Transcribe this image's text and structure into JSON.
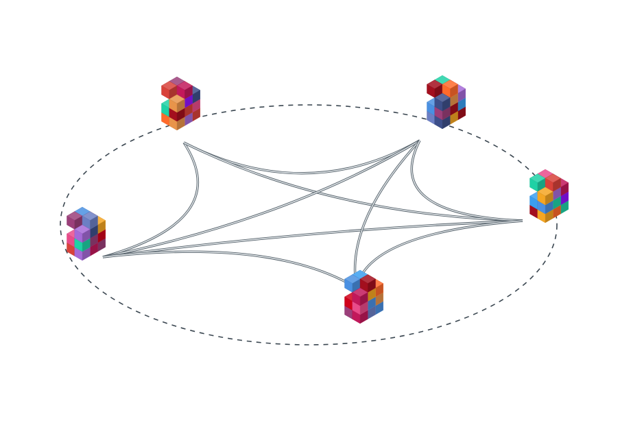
{
  "diagram": {
    "node_count": 5,
    "edges": [
      [
        0,
        1
      ],
      [
        0,
        2
      ],
      [
        0,
        3
      ],
      [
        2,
        1
      ],
      [
        2,
        3
      ],
      [
        2,
        4
      ],
      [
        1,
        4
      ],
      [
        1,
        3
      ],
      [
        4,
        3
      ]
    ],
    "ring_style": "dashed",
    "colors": {
      "ring": "#3a4650",
      "edge_outer": "#56626b",
      "edge_inner": "#dde2e5",
      "cube_palette": [
        "#f5a623",
        "#d0021b",
        "#9b3f7a",
        "#c2185b",
        "#9013fe",
        "#1fd1a5",
        "#ff6a2b",
        "#e8944a",
        "#4a90e2",
        "#6c7fc4",
        "#3d4f8a",
        "#e94b8a",
        "#d8423a",
        "#a56ad8",
        "#3a9ef0",
        "#a30f1e"
      ]
    }
  }
}
